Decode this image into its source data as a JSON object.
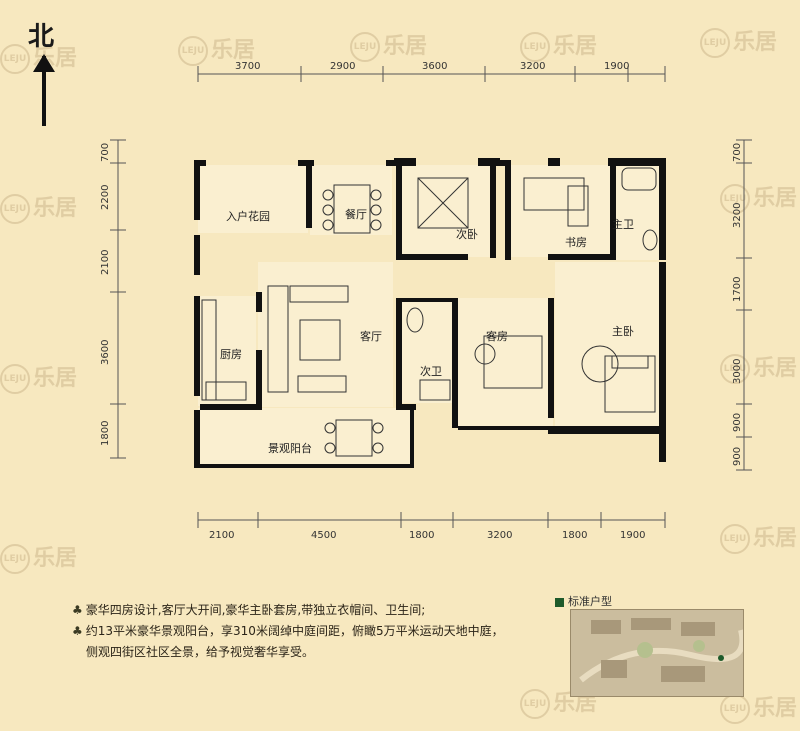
{
  "north": {
    "label": "北"
  },
  "watermark": {
    "text": "乐居",
    "ring": "LEJU"
  },
  "dimensions": {
    "top": [
      "3700",
      "2900",
      "3600",
      "3200",
      "1900"
    ],
    "bottom": [
      "2100",
      "4500",
      "1800",
      "3200",
      "1800",
      "1900"
    ],
    "left": [
      "700",
      "2200",
      "2100",
      "3600",
      "1800"
    ],
    "right": [
      "700",
      "3200",
      "1700",
      "3000",
      "900",
      "900"
    ]
  },
  "rooms": {
    "entry_garden": "入户花园",
    "dining": "餐厅",
    "second_bedroom": "次卧",
    "study": "书房",
    "master_bath": "主卫",
    "kitchen": "厨房",
    "living": "客厅",
    "guest_room": "客房",
    "second_bath": "次卫",
    "master_bedroom": "主卧",
    "balcony": "景观阳台"
  },
  "description": [
    "豪华四房设计,客厅大开间,豪华主卧套房,带独立衣帽间、卫生间;",
    "约13平米豪华景观阳台，享310米阔绰中庭间距，俯瞰5万平米运动天地中庭，",
    "侧观四街区社区全景，给予视觉奢华享受。"
  ],
  "sitemap": {
    "caption": "标准户型"
  }
}
